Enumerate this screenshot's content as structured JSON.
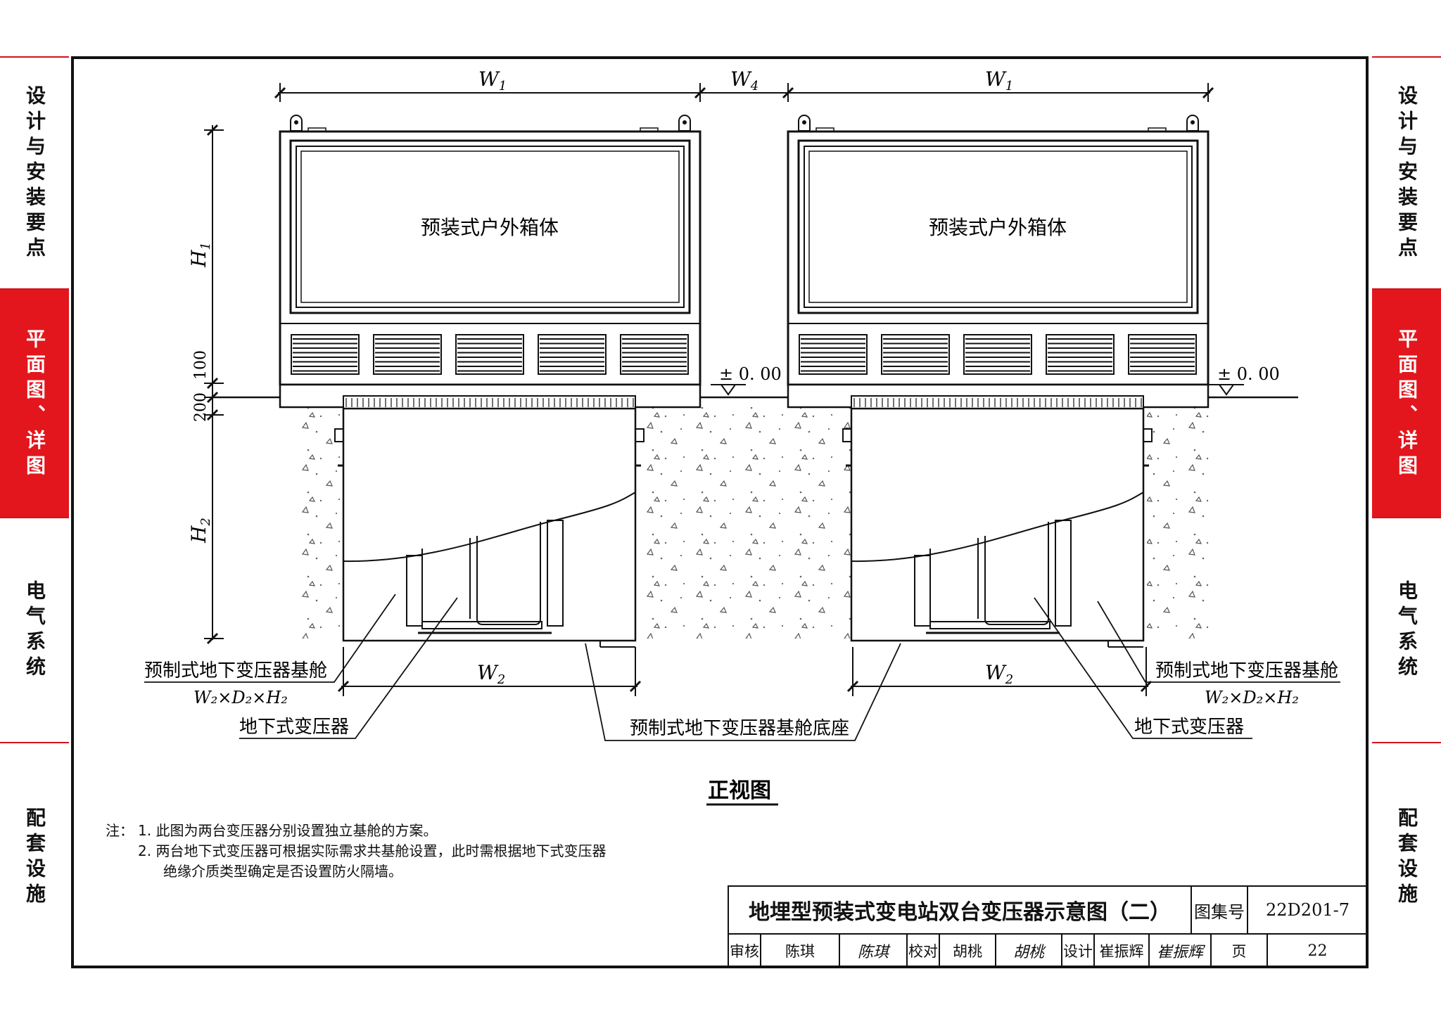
{
  "side_tabs": {
    "left": [
      "设计与安装要点",
      "平面图、详图",
      "电气系统",
      "配套设施"
    ],
    "right": [
      "设计与安装要点",
      "平面图、详图",
      "电气系统",
      "配套设施"
    ],
    "active_index": 1,
    "active_color": "#e3161d"
  },
  "drawing": {
    "dims": {
      "w1": "W",
      "w1_sub": "1",
      "w4": "W",
      "w4_sub": "4",
      "w2": "W",
      "w2_sub": "2",
      "h1": "H",
      "h1_sub": "1",
      "h2": "H",
      "h2_sub": "2",
      "d100": "100",
      "d200": "200"
    },
    "level_mark": "± 0. 00",
    "box_label": "预装式户外箱体",
    "callouts": {
      "cabin": "预制式地下变压器基舱",
      "cabin_formula": "W₂×D₂×H₂",
      "transformer": "地下式变压器",
      "base": "预制式地下变压器基舱底座"
    },
    "view_title": "正视图"
  },
  "notes": {
    "prefix": "注：",
    "items": [
      "1.  此图为两台变压器分别设置独立基舱的方案。",
      "2.  两台地下式变压器可根据实际需求共基舱设置，此时需根据地下式变压器",
      "绝缘介质类型确定是否设置防火隔墙。"
    ]
  },
  "title_block": {
    "title": "地埋型预装式变电站双台变压器示意图（二）",
    "atlas_label": "图集号",
    "atlas_no": "22D201-7",
    "review_label": "审核",
    "review_name": "陈琪",
    "review_sign": "陈琪",
    "check_label": "校对",
    "check_name": "胡桃",
    "check_sign": "胡桃",
    "design_label": "设计",
    "design_name": "崔振辉",
    "design_sign": "崔振辉",
    "page_label": "页",
    "page_no": "22"
  }
}
